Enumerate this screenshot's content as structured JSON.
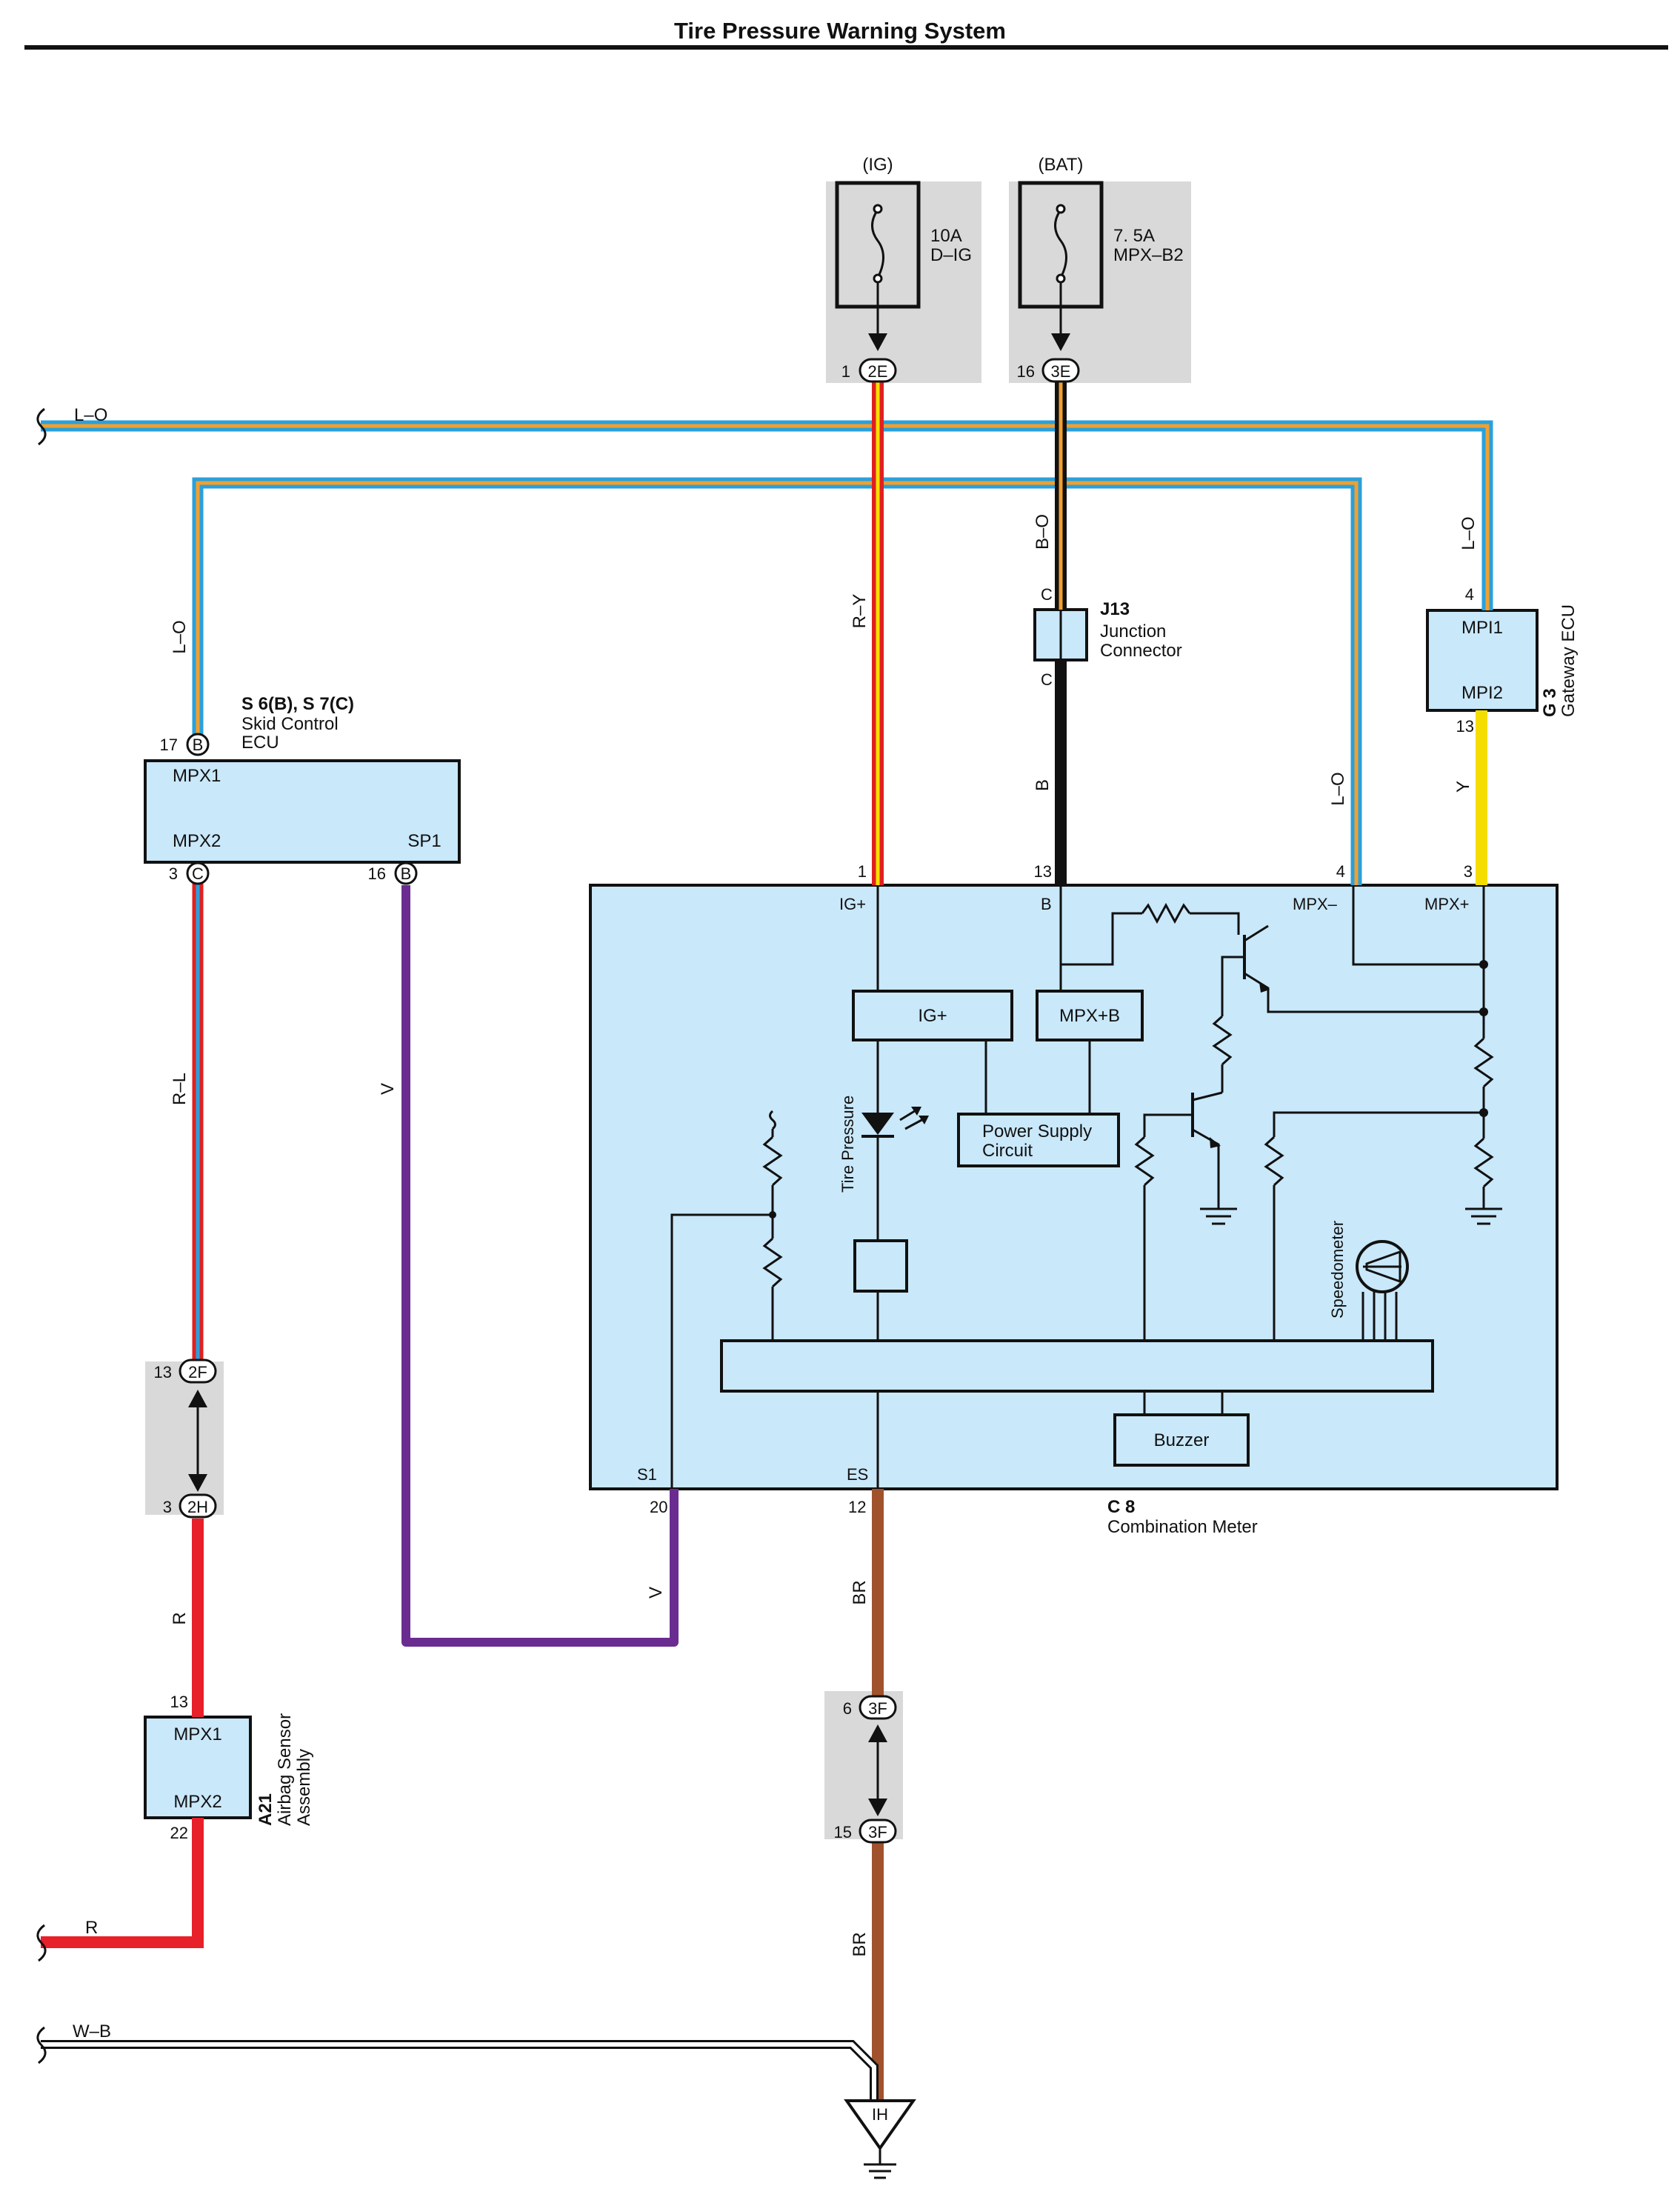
{
  "title": "Tire Pressure Warning System",
  "colors": {
    "box_fill": "#c9e8fa",
    "gray_bg": "#d9d9d9",
    "wire_LO_outer": "#2aa0dc",
    "wire_LO_inner": "#f0a030",
    "wire_RY_outer": "#e02020",
    "wire_RY_inner": "#f5e000",
    "wire_BO_outer": "#111111",
    "wire_BO_inner": "#f0a030",
    "wire_B": "#111111",
    "wire_Y": "#f5dd00",
    "wire_V": "#6a2c91",
    "wire_BR": "#a0522d",
    "wire_R": "#e8202a",
    "wire_RL_outer": "#e02020",
    "wire_RL_inner": "#2aa0dc"
  },
  "fuses": {
    "ig": {
      "source": "(IG)",
      "rating": "10A",
      "name": "D–IG",
      "pin": "1",
      "connector": "2E"
    },
    "bat": {
      "source": "(BAT)",
      "rating": "7. 5A",
      "name": "MPX–B2",
      "pin": "16",
      "connector": "3E"
    }
  },
  "wires": {
    "lo_top": "L–O",
    "lo_left": "L–O",
    "lo_meter": "L–O",
    "lo_gateway": "L–O",
    "ry": "R–Y",
    "bo": "B–O",
    "b": "B",
    "y": "Y",
    "rl": "R–L",
    "v1": "V",
    "v2": "V",
    "r1": "R",
    "r2": "R",
    "br1": "BR",
    "br2": "BR",
    "wb": "W–B"
  },
  "junction": {
    "id": "J13",
    "label1": "Junction",
    "label2": "Connector",
    "pin_top": "C",
    "pin_bottom": "C"
  },
  "gateway": {
    "id": "G 3",
    "name": "Gateway ECU",
    "pin1_label": "MPI1",
    "pin2_label": "MPI2",
    "pin1": "4",
    "pin2": "13"
  },
  "skid": {
    "id": "S 6(B), S 7(C)",
    "name1": "Skid Control",
    "name2": "ECU",
    "mpx1": "MPX1",
    "mpx2": "MPX2",
    "sp1": "SP1",
    "pin_mpx1": "17",
    "pin_mpx1_conn": "B",
    "pin_mpx2": "3",
    "pin_mpx2_conn": "C",
    "pin_sp1": "16",
    "pin_sp1_conn": "B"
  },
  "meter": {
    "id": "C 8",
    "name": "Combination Meter",
    "pin_ig": "1",
    "pin_b": "13",
    "pin_mpxm": "4",
    "pin_mpxp": "3",
    "pin_s1": "20",
    "pin_es": "12",
    "label_ig": "IG+",
    "label_b": "B",
    "label_mpxm": "MPX–",
    "label_mpxp": "MPX+",
    "label_s1": "S1",
    "label_es": "ES",
    "block_ig": "IG+",
    "block_mpxb": "MPX+B",
    "power1": "Power Supply",
    "power2": "Circuit",
    "tire_pressure": "Tire Pressure",
    "speedometer": "Speedometer",
    "buzzer": "Buzzer"
  },
  "connectors": {
    "c2f": {
      "pin": "13",
      "id": "2F"
    },
    "c2h": {
      "pin": "3",
      "id": "2H"
    },
    "c3f_top": {
      "pin": "6",
      "id": "3F"
    },
    "c3f_bottom": {
      "pin": "15",
      "id": "3F"
    }
  },
  "airbag": {
    "id": "A21",
    "name1": "Airbag Sensor",
    "name2": "Assembly",
    "mpx1": "MPX1",
    "mpx2": "MPX2",
    "pin1": "13",
    "pin2": "22"
  },
  "ground": {
    "id": "IH"
  }
}
